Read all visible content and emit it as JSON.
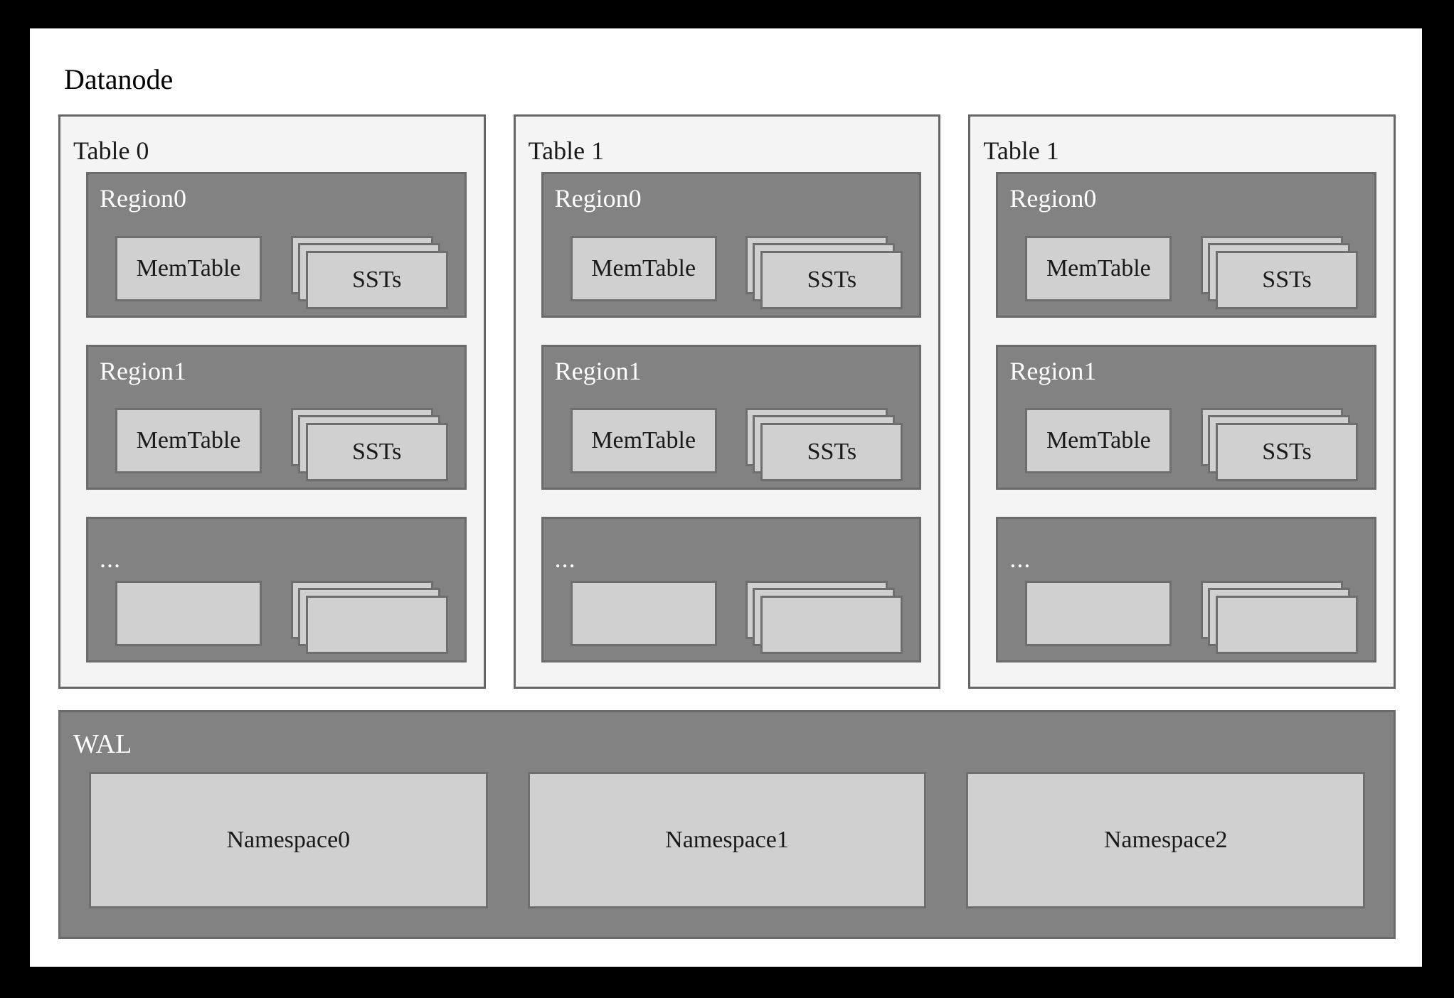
{
  "diagram": {
    "title": "Datanode",
    "background_color": "#000000",
    "card_color": "#ffffff",
    "table_panel_color": "#f4f4f4",
    "region_panel_color": "#828282",
    "box_color": "#d0d0d0",
    "border_color": "#6b6b6b",
    "light_text_color": "#ffffff",
    "dark_text_color": "#1a1a1a"
  },
  "tables": [
    {
      "title": "Table 0",
      "regions": [
        {
          "title": "Region0",
          "is_ellipsis": false,
          "memtable_label": "MemTable",
          "ssts_label": "SSTs"
        },
        {
          "title": "Region1",
          "is_ellipsis": false,
          "memtable_label": "MemTable",
          "ssts_label": "SSTs"
        },
        {
          "title": "...",
          "is_ellipsis": true,
          "memtable_label": "",
          "ssts_label": ""
        }
      ]
    },
    {
      "title": "Table 1",
      "regions": [
        {
          "title": "Region0",
          "is_ellipsis": false,
          "memtable_label": "MemTable",
          "ssts_label": "SSTs"
        },
        {
          "title": "Region1",
          "is_ellipsis": false,
          "memtable_label": "MemTable",
          "ssts_label": "SSTs"
        },
        {
          "title": "...",
          "is_ellipsis": true,
          "memtable_label": "",
          "ssts_label": ""
        }
      ]
    },
    {
      "title": "Table 1",
      "regions": [
        {
          "title": "Region0",
          "is_ellipsis": false,
          "memtable_label": "MemTable",
          "ssts_label": "SSTs"
        },
        {
          "title": "Region1",
          "is_ellipsis": false,
          "memtable_label": "MemTable",
          "ssts_label": "SSTs"
        },
        {
          "title": "...",
          "is_ellipsis": true,
          "memtable_label": "",
          "ssts_label": ""
        }
      ]
    }
  ],
  "wal": {
    "title": "WAL",
    "namespaces": [
      {
        "label": "Namespace0"
      },
      {
        "label": "Namespace1"
      },
      {
        "label": "Namespace2"
      }
    ]
  }
}
